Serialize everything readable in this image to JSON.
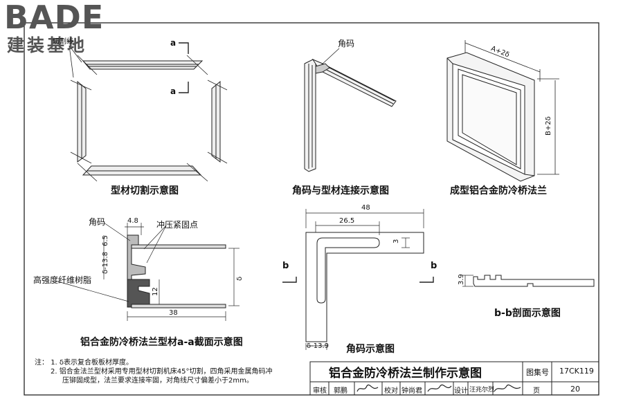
{
  "logo": {
    "brand": "BADE",
    "tagline": "建装基地"
  },
  "top_left": {
    "cut_line_label": "切割线",
    "section_mark_top": "a",
    "section_mark_bottom": "a",
    "caption": "型材切割示意图"
  },
  "top_middle": {
    "corner_label": "角码",
    "caption": "角码与型材连接示意图"
  },
  "top_right": {
    "dim_width": "A+2δ",
    "dim_height": "B+2δ",
    "caption": "成型铝合金防冷桥法兰"
  },
  "section_aa": {
    "corner_label": "角码",
    "press_label": "冲压紧固点",
    "resin_label": "高强度纤维树脂",
    "dim_48": "4.8",
    "dim_65": "6.5",
    "dim_delta_minus": "δ-13.8",
    "dim_12": "12",
    "dim_delta": "δ",
    "dim_38": "38",
    "caption": "铝合金防冷桥法兰型材a-a截面示意图"
  },
  "corner_detail": {
    "dim_48": "48",
    "dim_265": "26.5",
    "dim_3": "3",
    "dim_delta_bottom": "δ-13.9",
    "mark_left": "b",
    "mark_right": "b",
    "caption": "角码示意图"
  },
  "section_bb": {
    "dim_39": "3.9",
    "caption": "b-b剖面示意图"
  },
  "notes": {
    "title": "注：",
    "lines": [
      "1.  δ表示复合板板材厚度。",
      "2.  铝合金法兰型材采用专用型材切割机床45°切割，四角采用金属角码冲",
      "压铆固成型，法兰要求连接牢固，对角线尺寸偏差小于2mm。"
    ]
  },
  "title_block": {
    "title": "铝合金防冷桥法兰制作示意图",
    "atlas_label": "图集号",
    "atlas_value": "17CK119",
    "review_label": "审核",
    "review_name": "郭鹏",
    "check_label": "校对",
    "check_name": "钟尚君",
    "design_label": "设计",
    "design_name": "汪兆尔烈",
    "page_label": "页",
    "page_value": "20"
  }
}
